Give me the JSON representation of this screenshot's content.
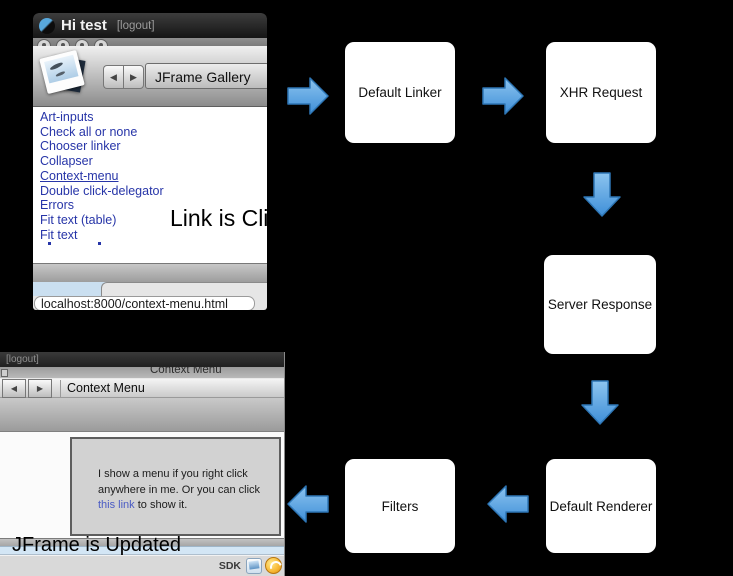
{
  "flow": {
    "boxes": [
      {
        "label": "Default Linker"
      },
      {
        "label": "XHR Request"
      },
      {
        "label": "Server Response"
      },
      {
        "label": "Default Renderer"
      },
      {
        "label": "Filters"
      }
    ],
    "arrow_fill": "#5aa7e6",
    "arrow_stroke": "#2e76b5"
  },
  "annotations": {
    "link_clicked": "Link is Click",
    "jframe_updated": "JFrame is Updated"
  },
  "gallery_window": {
    "titlebar": {
      "app_title": "Hi test",
      "logout_label": "[logout]"
    },
    "toolbar": {
      "back_icon": "◀",
      "forward_icon": "▶",
      "gallery_title": "JFrame Gallery"
    },
    "links": [
      "Art-inputs",
      "Check all or none",
      "Chooser linker",
      "Collapser",
      "Context-menu",
      "Double click-delegator",
      "Errors",
      "Fit text (table)",
      "Fit text"
    ],
    "active_link": "Context-menu",
    "url_field": "localhost:8000/context-menu.html",
    "link_color": "#2735a8"
  },
  "context_window": {
    "logout_label": "[logout]",
    "page_title": "Context Menu",
    "toolbar": {
      "back_icon": "◀",
      "forward_icon": "▶",
      "title": "Context Menu"
    },
    "demo_box": {
      "line1": "I show a menu if you right click",
      "line2": "anywhere in me. Or you can click",
      "link_text": "this link",
      "line3_rest": " to show it."
    },
    "status": {
      "sdk_label": "SDK"
    }
  }
}
